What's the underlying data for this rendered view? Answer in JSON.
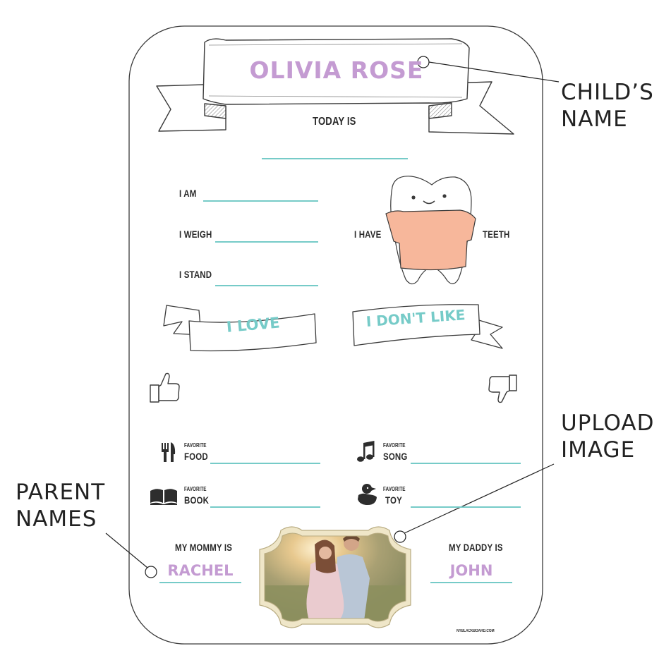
{
  "board": {
    "child_name": "OLIVIA ROSE",
    "today_label": "TODAY IS",
    "i_am_label": "I AM",
    "i_weigh_label": "I WEIGH",
    "i_stand_label": "I STAND",
    "i_have_label": "I HAVE",
    "teeth_label": "TEETH",
    "love_banner": "I LOVE",
    "dislike_banner": "I DON'T LIKE",
    "favorites": [
      {
        "small": "FAVORITE",
        "big": "FOOD",
        "icon": "fork-knife-icon"
      },
      {
        "small": "FAVORITE",
        "big": "SONG",
        "icon": "music-note-icon"
      },
      {
        "small": "FAVORITE",
        "big": "BOOK",
        "icon": "book-icon"
      },
      {
        "small": "FAVORITE",
        "big": "TOY",
        "icon": "rubber-duck-icon"
      }
    ],
    "mommy_label": "MY MOMMY IS",
    "mommy_name": "RACHEL",
    "daddy_label": "MY DADDY IS",
    "daddy_name": "JOHN",
    "footer": "NYBLACKBOARD.COM"
  },
  "callouts": {
    "child_name": "CHILD’S NAME",
    "upload_image": "UPLOAD IMAGE",
    "parent_names": "PARENT NAMES"
  },
  "colors": {
    "accent_purple": "#c49bd2",
    "accent_teal": "#76cbc8",
    "tooth_shirt": "#f7b79b"
  }
}
